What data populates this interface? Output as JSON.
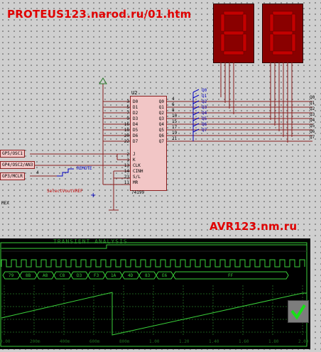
{
  "header": {
    "site_left": "PROTEUS123.narod.ru/01.htm",
    "site_right": "AVR123.nm.ru"
  },
  "schematic": {
    "chip_ref": "U2",
    "chip_part": "74199",
    "chip_pins_left": [
      "D0",
      "D1",
      "D2",
      "D3",
      "D4",
      "D5",
      "D6",
      "D7",
      "J",
      "K",
      "CLK",
      "CINH",
      "S/L",
      "MR"
    ],
    "chip_pins_left_nums": [
      "3",
      "5",
      "7",
      "9",
      "16",
      "18",
      "20",
      "22",
      "2",
      "1",
      "13",
      "14",
      "23",
      "11"
    ],
    "chip_pins_right": [
      "Q0",
      "Q1",
      "Q2",
      "Q3",
      "Q4",
      "Q5",
      "Q6",
      "Q7"
    ],
    "chip_pins_right_nums": [
      "4",
      "6",
      "8",
      "10",
      "15",
      "17",
      "19",
      "21"
    ],
    "probe_labels": [
      "Q0",
      "Q1",
      "Q2",
      "Q3",
      "Q4",
      "Q5",
      "Q6",
      "Q7"
    ],
    "bus_labels": [
      "Q0",
      "Q1",
      "Q2",
      "Q3",
      "Q4",
      "Q5",
      "Q6",
      "Q7"
    ],
    "mcu_ports": [
      "GP5/OSC1",
      "GP4/OSC2/AN3",
      "GP3/MCLR"
    ],
    "mcu_pin_num": "4",
    "mcu_part_fragment": "HEX",
    "remote_label": "REMOTE",
    "select_label": "SelectVoutVREF"
  },
  "graph": {
    "title": "TRANSIENT ANALYSIS",
    "bus_values": [
      "79",
      "8B",
      "A8",
      "C8",
      "D3",
      "F3",
      "1A",
      "4D",
      "83",
      "E6",
      "FF"
    ],
    "time_ticks": [
      "0.00",
      "200m",
      "400m",
      "600m",
      "800m",
      "1.00",
      "1.20",
      "1.40",
      "1.60",
      "1.80",
      "2.00"
    ]
  },
  "colors": {
    "trace": "#3ad13a",
    "graph_grid": "#1c5a1c",
    "wire": "#8a1f1f",
    "segment": "#b00000"
  }
}
